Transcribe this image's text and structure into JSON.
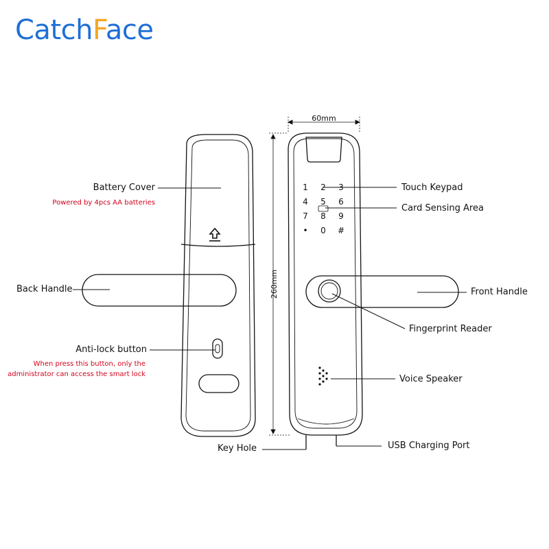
{
  "brand": {
    "part1": "Catch",
    "part2_f": "F",
    "part2_rest": "ace",
    "color_primary": "#1f6fd6",
    "color_accent": "#f5a623"
  },
  "dimensions": {
    "width": "60mm",
    "height": "260mm"
  },
  "labels": {
    "battery_cover": "Battery Cover",
    "battery_note": "Powered by 4pcs AA batteries",
    "back_handle": "Back Handle",
    "anti_lock": "Anti-lock button",
    "anti_lock_note_1": "When press this button, only the",
    "anti_lock_note_2": "administrator can access the smart lock",
    "key_hole": "Key Hole",
    "touch_keypad": "Touch Keypad",
    "card_sensing": "Card Sensing Area",
    "front_handle": "Front Handle",
    "fingerprint": "Fingerprint Reader",
    "voice_speaker": "Voice Speaker",
    "usb_port": "USB Charging Port"
  },
  "keypad": {
    "keys": [
      "1",
      "2",
      "3",
      "4",
      "5",
      "6",
      "7",
      "8",
      "9",
      "•",
      "0",
      "#"
    ],
    "card_mark": "card"
  },
  "colors": {
    "note": "#d0021b",
    "line": "#111111"
  }
}
